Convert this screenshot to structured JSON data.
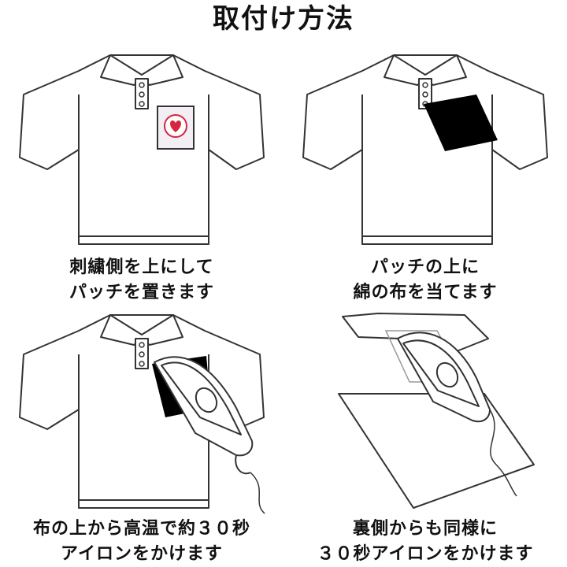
{
  "title": "取付け方法",
  "steps": [
    {
      "lines": [
        "刺繍側を上にして",
        "パッチを置きます"
      ]
    },
    {
      "lines": [
        "パッチの上に",
        "綿の布を当てます"
      ]
    },
    {
      "lines": [
        "布の上から高温で約３０秒",
        "アイロンをかけます"
      ]
    },
    {
      "lines": [
        "裏側からも同様に",
        "３０秒アイロンをかけます"
      ]
    }
  ],
  "colors": {
    "patch_bg": "#f3eef3",
    "heart": "#d8243c",
    "cloth": "#000000",
    "outline": "#333333"
  }
}
